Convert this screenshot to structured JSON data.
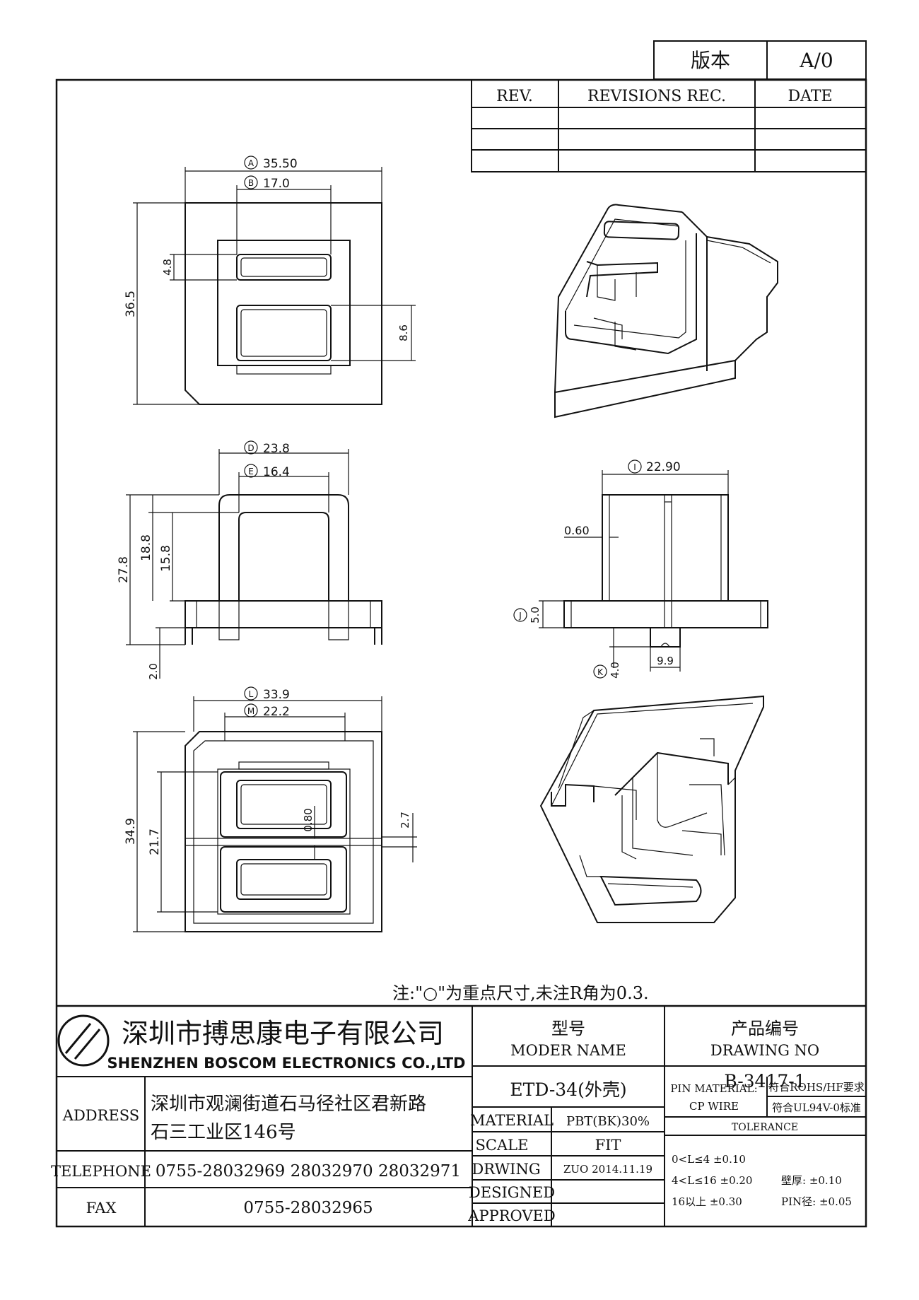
{
  "version_box": {
    "label": "版本",
    "value": "A/0"
  },
  "revisions": {
    "headers": [
      "REV.",
      "REVISIONS REC.",
      "DATE"
    ]
  },
  "dimensions": {
    "top_view": {
      "A": "35.50",
      "B": "17.0",
      "C": "36.5",
      "slot_a": "4.8",
      "slot_b": "8.6"
    },
    "front_view": {
      "D": "23.8",
      "E": "16.4",
      "F": "27.8",
      "G": "18.8",
      "H": "15.8",
      "base": "2.0"
    },
    "side_view": {
      "I": "22.90",
      "wall": "0.60",
      "J": "5.0",
      "K": "4.0",
      "foot": "9.9"
    },
    "bottom_view": {
      "L": "33.9",
      "M": "22.2",
      "N": "34.9",
      "O": "21.7",
      "gap": "0.80",
      "step": "2.7"
    }
  },
  "note": "注:\"○\"为重点尺寸,未注R角为0.3.",
  "title_block": {
    "company_cn": "深圳市搏思康电子有限公司",
    "company_en": "SHENZHEN BOSCOM ELECTRONICS CO.,LTD",
    "address_label": "ADDRESS",
    "address_line1": "深圳市观澜街道石马径社区君新路",
    "address_line2": "石三工业区146号",
    "telephone_label": "TELEPHONE",
    "telephone": "0755-28032969 28032970 28032971",
    "fax_label": "FAX",
    "fax": "0755-28032965",
    "model_label_cn": "型号",
    "model_label_en": "MODER NAME",
    "model_value": "ETD-34(外壳)",
    "drawing_label_cn": "产品编号",
    "drawing_label_en": "DRAWING NO",
    "drawing_value": "B-3417-1",
    "material_label": "MATERIAL",
    "material_value": "PBT(BK)30%",
    "scale_label": "SCALE",
    "scale_value": "FIT",
    "drawing_by_label": "DRWING",
    "drawing_by_value": "ZUO 2014.11.19",
    "designed_label": "DESIGNED",
    "approved_label": "APPROVED",
    "pin_material_label": "PIN MATERIAL:",
    "cp_wire_label": "CP WIRE",
    "rohs": "符合ROHS/HF要求",
    "ul": "符合UL94V-0标准",
    "tolerance_label": "TOLERANCE",
    "tol_line1": "0<L≤4 ±0.10",
    "tol_line2": "4<L≤16 ±0.20",
    "tol_line3": "16以上 ±0.30",
    "wall_tol": "壁厚: ±0.10",
    "pin_tol": "PIN径: ±0.05"
  }
}
